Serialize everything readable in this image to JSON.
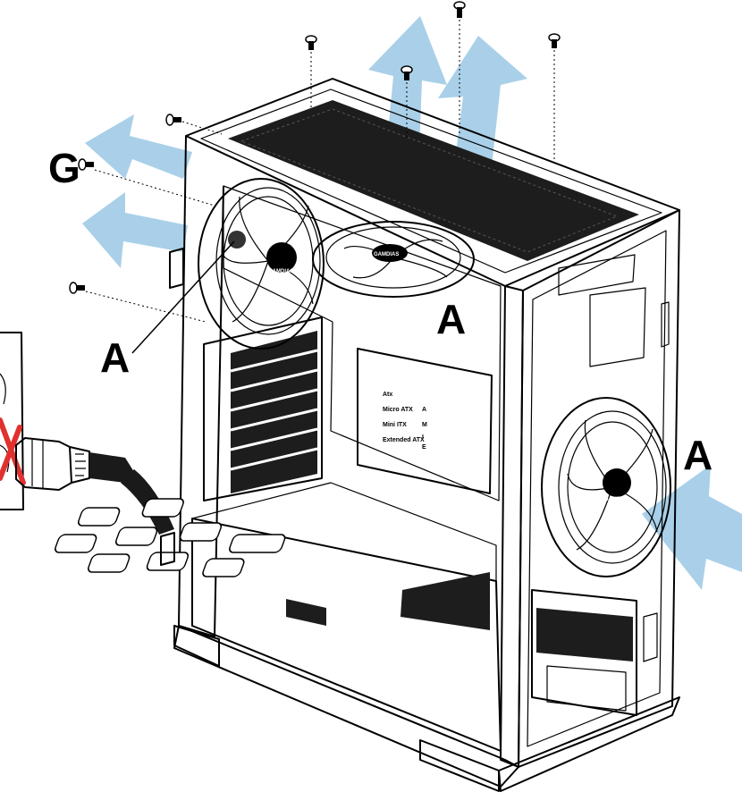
{
  "callouts": {
    "g_label": "G",
    "a_label_top_fan": "A",
    "a_label_left_fan": "A",
    "a_label_front_fan": "A"
  },
  "mounting_plate": {
    "rows": [
      {
        "label": "Atx",
        "letter": ""
      },
      {
        "label": "Micro ATX",
        "letter": "A"
      },
      {
        "label": "Mini ITX",
        "letter": "M"
      },
      {
        "label": "Extended ATX",
        "letter": "E"
      }
    ],
    "extra_letter": "I"
  },
  "fan_badge_text": "GAMDIAS",
  "colors": {
    "airflow_arrow": "#a9d0e8",
    "outline": "#000000",
    "warning_cross": "#e0312f"
  },
  "icons": {
    "airflow": "airflow-arrow-icon",
    "screw": "screw-icon",
    "fan": "fan-icon",
    "power": "power-plug-icon",
    "warning": "warning-cross-icon"
  }
}
